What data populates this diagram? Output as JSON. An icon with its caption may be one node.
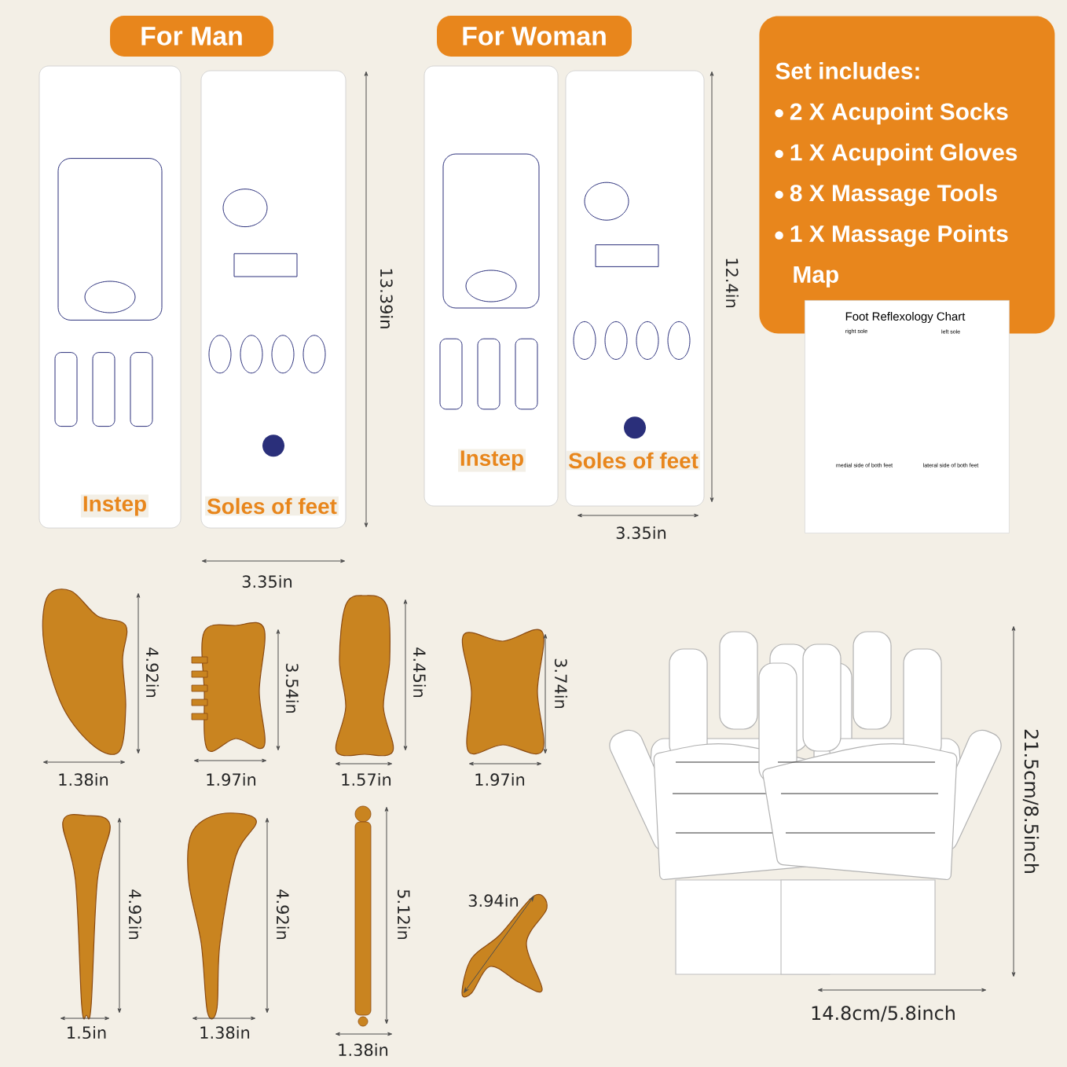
{
  "diagram": {
    "nodes": [
      {
        "text": [
          "For Man"
        ]
      },
      {
        "text": [
          "For Woman"
        ]
      },
      {
        "text": [
          "Set includes:",
          "2 X Acupoint Socks",
          "1 X Acupoint Gloves",
          "8 X Massage Tools",
          "1 X Massage Points Map"
        ]
      },
      {
        "text": [
          "Foot Reflexology Chart",
          "right sole",
          "left sole",
          "medial side of both feet",
          "lateral side of both feet"
        ]
      }
    ],
    "labels": [
      "Instep",
      "Soles of feet",
      "13.39in",
      "Instep",
      "Soles of feet",
      "12.4in",
      "3.35in",
      "3.35in",
      "4.92in",
      "3.54in",
      "4.45in",
      "3.74in",
      "21.5cm/8.5inch",
      "1.38in",
      "1.97in",
      "1.57in",
      "1.97in",
      "4.92in",
      "4.92in",
      "5.12in",
      "3.94in",
      "1.5in",
      "1.38in",
      "1.38in",
      "14.8cm/5.8inch"
    ]
  }
}
